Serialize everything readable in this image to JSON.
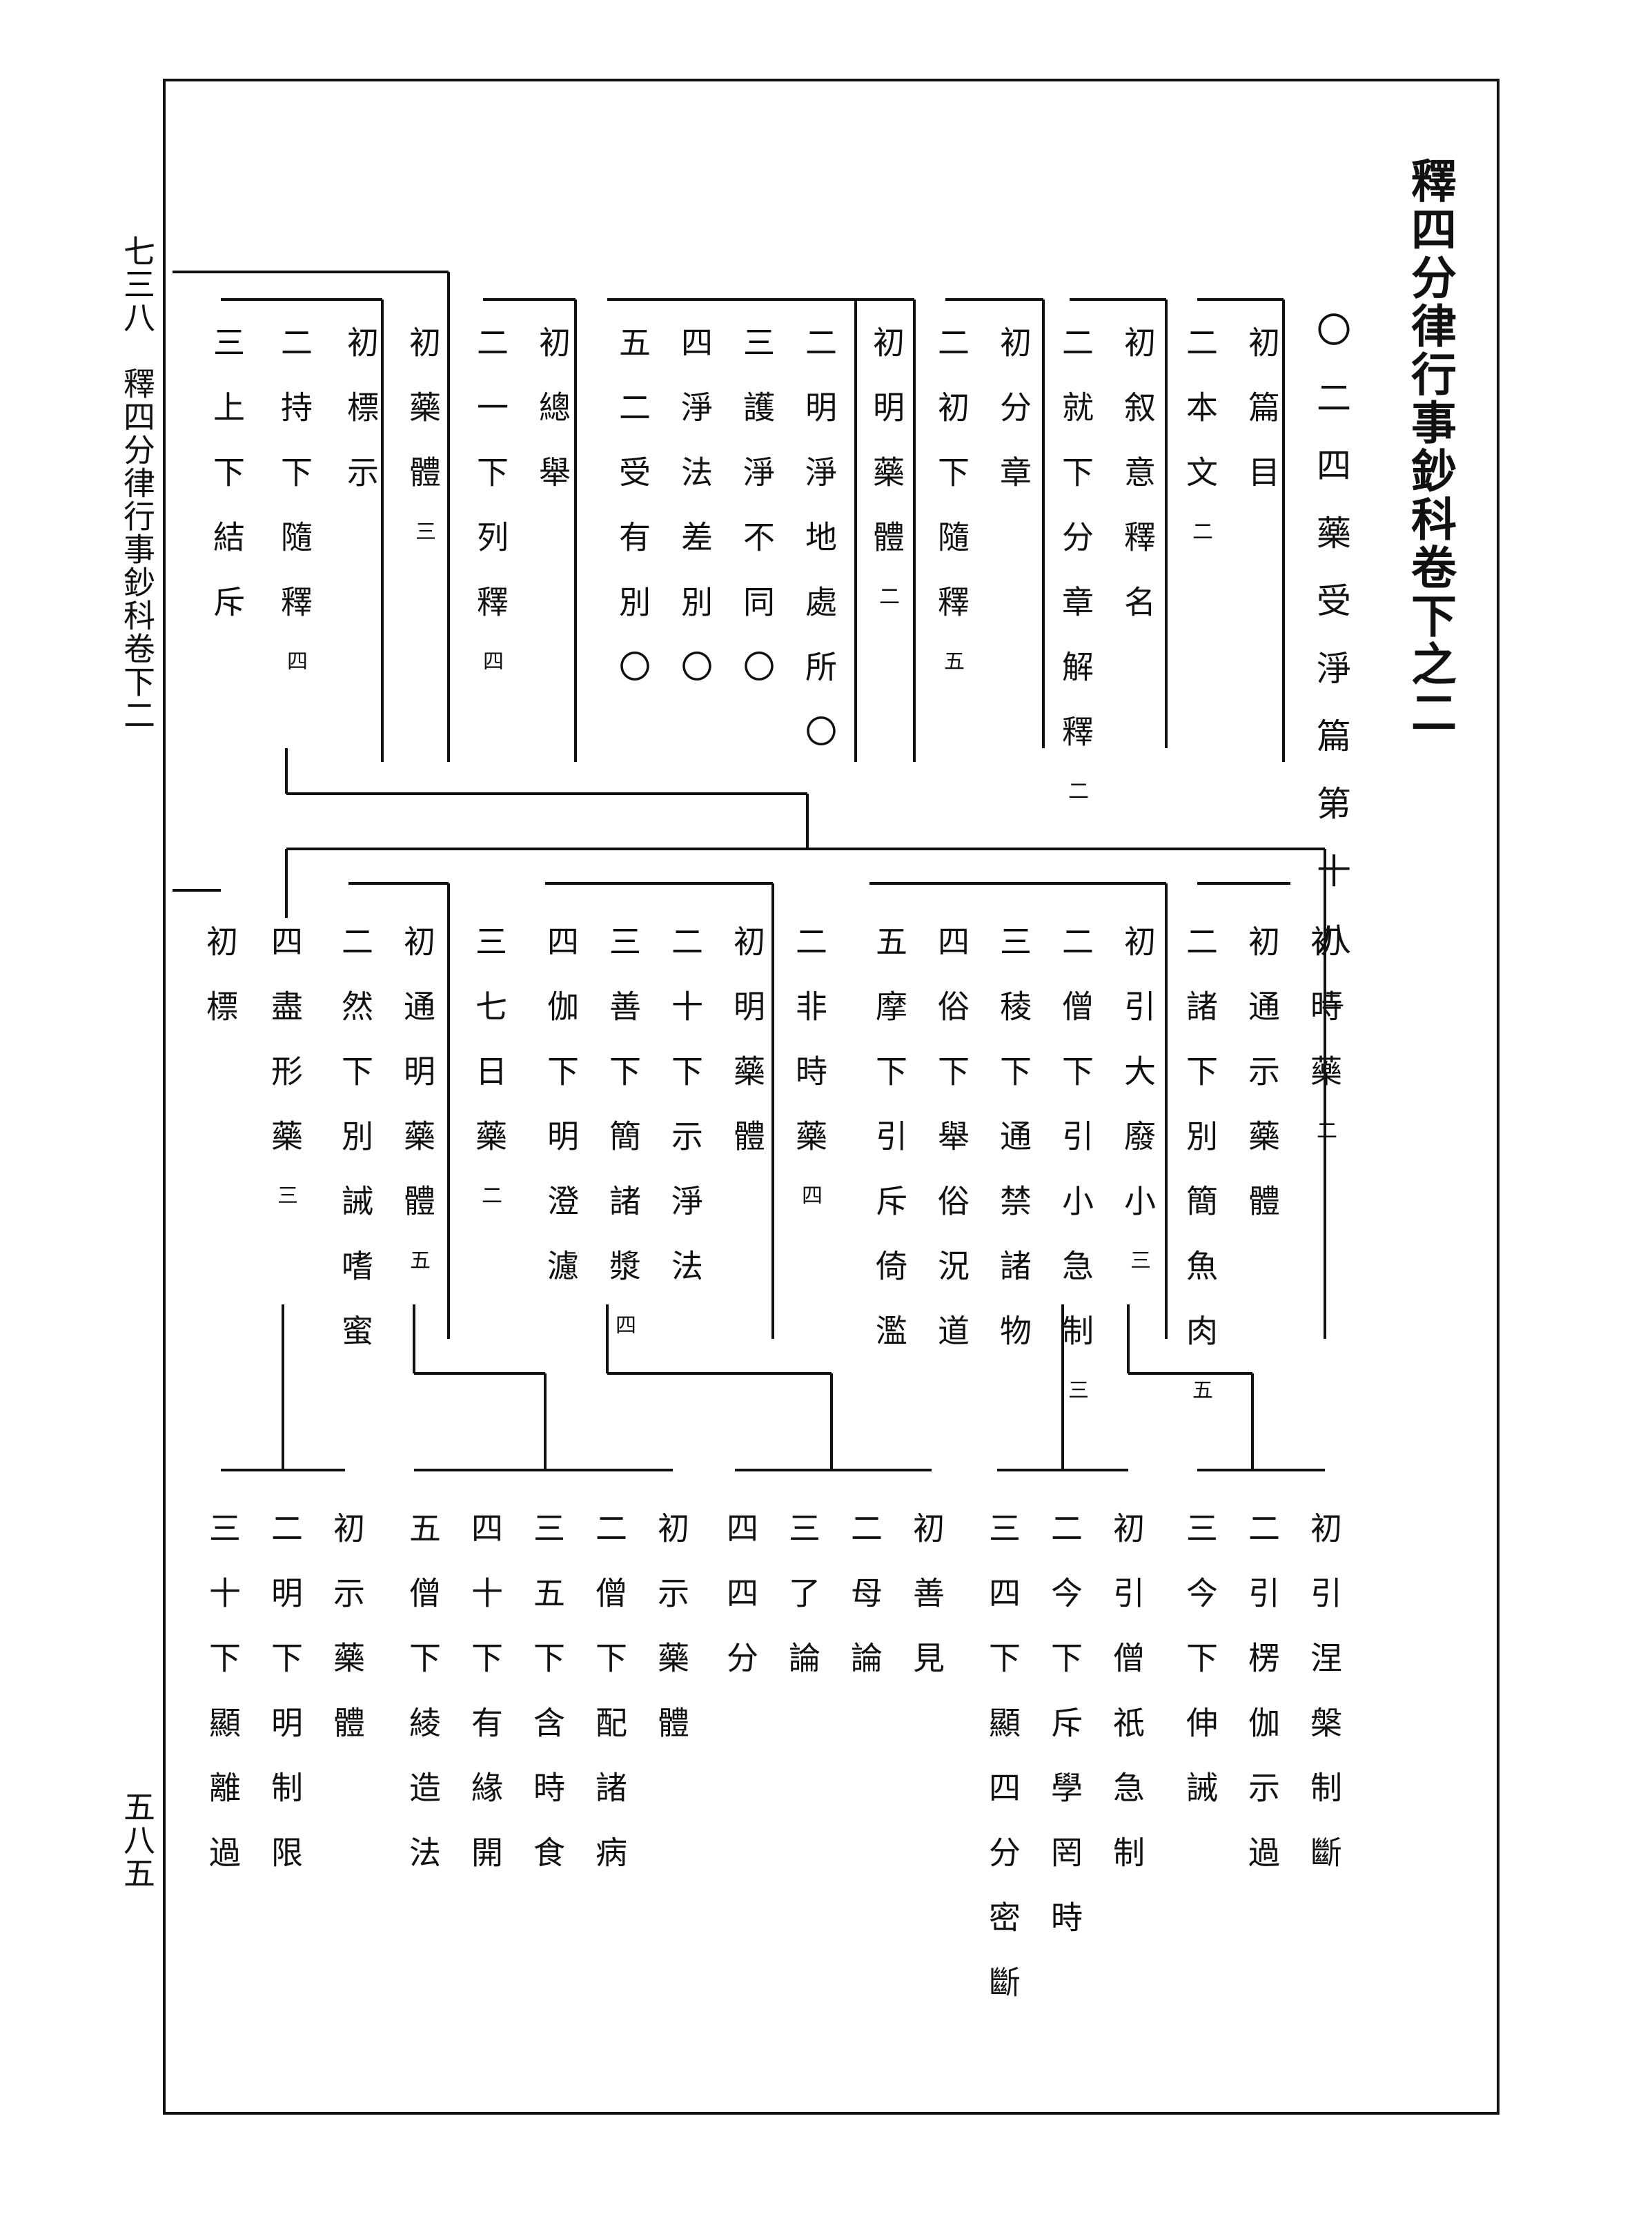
{
  "page": {
    "title": "釋四分律行事鈔科卷下之二",
    "margin_running_head": "七三八　釋四分律行事鈔科卷下二",
    "page_number": "五八五"
  },
  "outline": {
    "section_heading": {
      "text": "〇二四藥受淨篇第十八",
      "note": "二"
    },
    "row1": [
      {
        "text": "初篇目"
      },
      {
        "text": "二本文",
        "note": "二"
      },
      {
        "text": "初叙意釋名"
      },
      {
        "text": "二就下分章解釋",
        "note": "二"
      },
      {
        "text": "初分章"
      },
      {
        "text": "二初下隨釋",
        "note": "五"
      },
      {
        "text": "初明藥體",
        "note": "二"
      },
      {
        "text": "二明淨地處所〇"
      },
      {
        "text": "三護淨不同〇"
      },
      {
        "text": "四淨法差別〇"
      },
      {
        "text": "五二受有別〇"
      },
      {
        "text": "初總舉"
      },
      {
        "text": "二一下列釋",
        "note": "四"
      },
      {
        "text": "初藥體",
        "note": "三"
      },
      {
        "text": "初標示"
      },
      {
        "text": "二持下隨釋",
        "note": "四"
      },
      {
        "text": "三上下結斥"
      }
    ],
    "row2": [
      {
        "text": "初時藥",
        "note": "二"
      },
      {
        "text": "初通示藥體"
      },
      {
        "text": "二諸下別簡魚肉",
        "note": "五"
      },
      {
        "text": "初引大廢小",
        "note": "三"
      },
      {
        "text": "二僧下引小急制",
        "note": "三"
      },
      {
        "text": "三稜下通禁諸物"
      },
      {
        "text": "四俗下舉俗況道"
      },
      {
        "text": "五摩下引斥倚濫"
      },
      {
        "text": "二非時藥",
        "note": "四"
      },
      {
        "text": "初明藥體"
      },
      {
        "text": "二十下示淨法"
      },
      {
        "text": "三善下簡諸漿",
        "note": "四"
      },
      {
        "text": "四伽下明澄濾"
      },
      {
        "text": "三七日藥",
        "note": "二"
      },
      {
        "text": "初通明藥體",
        "note": "五"
      },
      {
        "text": "二然下別誡嗜蜜"
      },
      {
        "text": "四盡形藥",
        "note": "三"
      },
      {
        "text": "初標"
      }
    ],
    "row3": [
      {
        "text": "初引涅槃制斷"
      },
      {
        "text": "二引楞伽示過"
      },
      {
        "text": "三今下伸誡"
      },
      {
        "text": "初引僧祇急制"
      },
      {
        "text": "二今下斥學罔時"
      },
      {
        "text": "三四下顯四分密斷"
      },
      {
        "text": "初善見"
      },
      {
        "text": "二母論"
      },
      {
        "text": "三了論"
      },
      {
        "text": "四四分"
      },
      {
        "text": "初示藥體"
      },
      {
        "text": "二僧下配諸病"
      },
      {
        "text": "三五下含時食"
      },
      {
        "text": "四十下有緣開"
      },
      {
        "text": "五僧下綾造法"
      },
      {
        "text": "初示藥體"
      },
      {
        "text": "二明下明制限"
      },
      {
        "text": "三十下顯離過"
      }
    ]
  }
}
